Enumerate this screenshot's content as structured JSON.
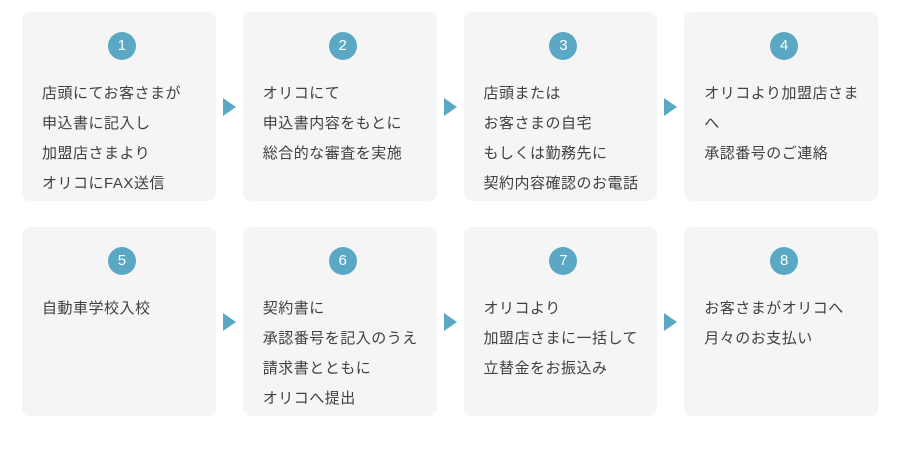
{
  "colors": {
    "accent": "#5ba8c4",
    "card_background": "#f5f5f6",
    "text": "#404040",
    "page_background": "#ffffff"
  },
  "flow": {
    "steps": [
      {
        "number": "1",
        "lines": [
          "店頭にてお客さまが",
          "申込書に記入し",
          "加盟店さまより",
          "オリコにFAX送信"
        ]
      },
      {
        "number": "2",
        "lines": [
          "オリコにて",
          "申込書内容をもとに",
          "総合的な審査を実施"
        ]
      },
      {
        "number": "3",
        "lines": [
          "店頭または",
          "お客さまの自宅",
          "もしくは勤務先に",
          "契約内容確認のお電話"
        ]
      },
      {
        "number": "4",
        "lines": [
          "オリコより加盟店さまへ",
          "承認番号のご連絡"
        ]
      },
      {
        "number": "5",
        "lines": [
          "自動車学校入校"
        ]
      },
      {
        "number": "6",
        "lines": [
          "契約書に",
          "承認番号を記入のうえ",
          "請求書とともに",
          "オリコへ提出"
        ]
      },
      {
        "number": "7",
        "lines": [
          "オリコより",
          "加盟店さまに一括して",
          "立替金をお振込み"
        ]
      },
      {
        "number": "8",
        "lines": [
          "お客さまがオリコへ",
          "月々のお支払い"
        ]
      }
    ]
  }
}
